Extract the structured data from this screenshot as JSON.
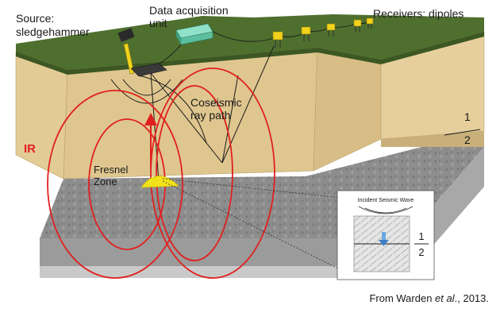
{
  "labels": {
    "source_line1": "Source:",
    "source_line2": "sledgehammer",
    "daq_line1": "Data acquisition",
    "daq_line2": "unit",
    "receivers": "Receivers: dipoles",
    "coseismic_line1": "Coseismic",
    "coseismic_line2": "ray path",
    "ir": "IR",
    "fresnel_line1": "Fresnel",
    "fresnel_line2": "Zone",
    "layer_1": "1",
    "layer_2": "2",
    "inset_title": "Incident Seismic Wave",
    "inset_layer_1": "1",
    "inset_layer_2": "2"
  },
  "caption": {
    "prefix": "From Warden ",
    "italic": "et al",
    "suffix": "., 2013."
  },
  "colors": {
    "grass": "#4e6f2e",
    "soil": "#dcc48f",
    "rock": "#8d8d8d",
    "field_lines": "#e0201e",
    "equipment": "#f2d21c",
    "daq_unit": "#6fd1b5",
    "fresnel": "#f2e21a",
    "background": "#ffffff"
  }
}
